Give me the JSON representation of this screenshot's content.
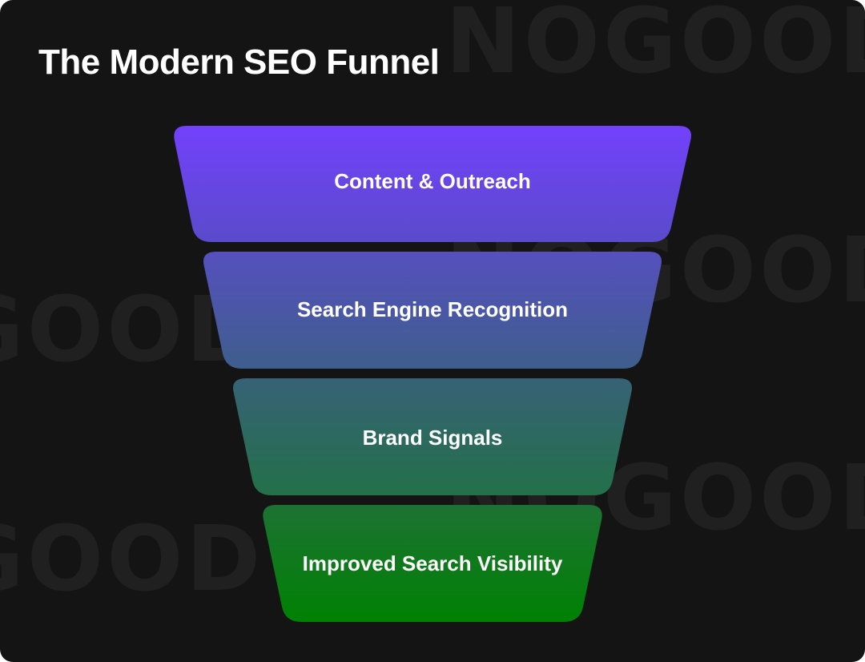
{
  "title": "The Modern SEO Funnel",
  "watermark": {
    "text1": "NOGOOD",
    "text2": "GOOD"
  },
  "stages": [
    {
      "label": "Content & Outreach",
      "color_top": "#7341FC",
      "color_bottom": "#5A4BCB"
    },
    {
      "label": "Search Engine Recognition",
      "color_top": "#5650BE",
      "color_bottom": "#3E5E8C"
    },
    {
      "label": "Brand Signals",
      "color_top": "#376276",
      "color_bottom": "#237049"
    },
    {
      "label": "Improved Search Visibility",
      "color_top": "#1D7233",
      "color_bottom": "#008103"
    }
  ]
}
